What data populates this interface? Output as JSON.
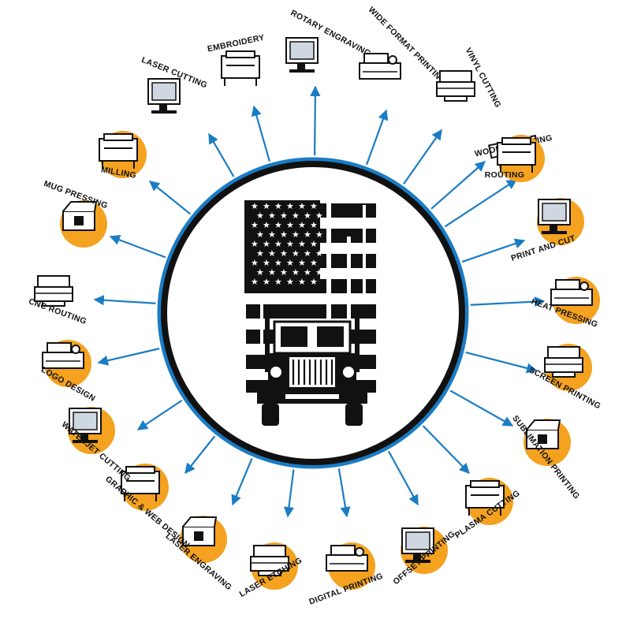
{
  "colors": {
    "accent_blue": "#1a7cc4",
    "ring_black": "#111111",
    "badge_orange": "#f4a21f",
    "ink": "#111111",
    "paper": "#ffffff"
  },
  "center_graphic": {
    "icon": "distressed-flag-semi-truck-icon"
  },
  "applications": [
    {
      "label": "EMBROIDERY",
      "icon": "embroidery-machine-icon",
      "badge": false
    },
    {
      "label": "ROTARY ENGRAVING",
      "icon": "rotary-engraver-icon",
      "badge": false
    },
    {
      "label": "WIDE FORMAT PRINTING",
      "icon": "wide-format-printer-icon",
      "badge": false
    },
    {
      "label": "VINYL CUTTING",
      "icon": "vinyl-cutter-icon",
      "badge": false
    },
    {
      "label": "WOOD LETTERING",
      "icon": "router-sign-icon",
      "badge": true
    },
    {
      "label": "ROUTING",
      "icon": "router-icon",
      "badge": true
    },
    {
      "label": "PRINT AND CUT",
      "icon": "print-and-cut-icon",
      "badge": true
    },
    {
      "label": "HEAT PRESSING",
      "icon": "heat-press-icon",
      "badge": true
    },
    {
      "label": "SCREEN PRINTING",
      "icon": "screen-printer-icon",
      "badge": true
    },
    {
      "label": "SUBLIMATION PRINTING",
      "icon": "sublimation-printer-icon",
      "badge": true
    },
    {
      "label": "PLASMA CUTTING",
      "icon": "plasma-cutter-icon",
      "badge": true
    },
    {
      "label": "OFFSET PRINTING",
      "icon": "offset-press-icon",
      "badge": true
    },
    {
      "label": "DIGITAL PRINTING",
      "icon": "digital-press-icon",
      "badge": true
    },
    {
      "label": "LASER ETCHING",
      "icon": "laser-etcher-icon",
      "badge": true
    },
    {
      "label": "LASER ENGRAVING",
      "icon": "laser-engraver-icon",
      "badge": true
    },
    {
      "label": "GRAPHIC & WEB DESIGN",
      "icon": "design-monitor-icon",
      "badge": true
    },
    {
      "label": "WATERJET CUTTING",
      "icon": "waterjet-cutter-icon",
      "badge": true
    },
    {
      "label": "LOGO DESIGN",
      "icon": "logo-design-monitor-icon",
      "badge": true
    },
    {
      "label": "CNC ROUTING",
      "icon": "cnc-router-icon",
      "badge": false
    },
    {
      "label": "MUG PRESSING",
      "icon": "mug-press-icon",
      "badge": true
    },
    {
      "label": "MILLING",
      "icon": "milling-machine-icon",
      "badge": true
    },
    {
      "label": "LASER CUTTING",
      "icon": "laser-cutter-icon",
      "badge": false
    }
  ]
}
